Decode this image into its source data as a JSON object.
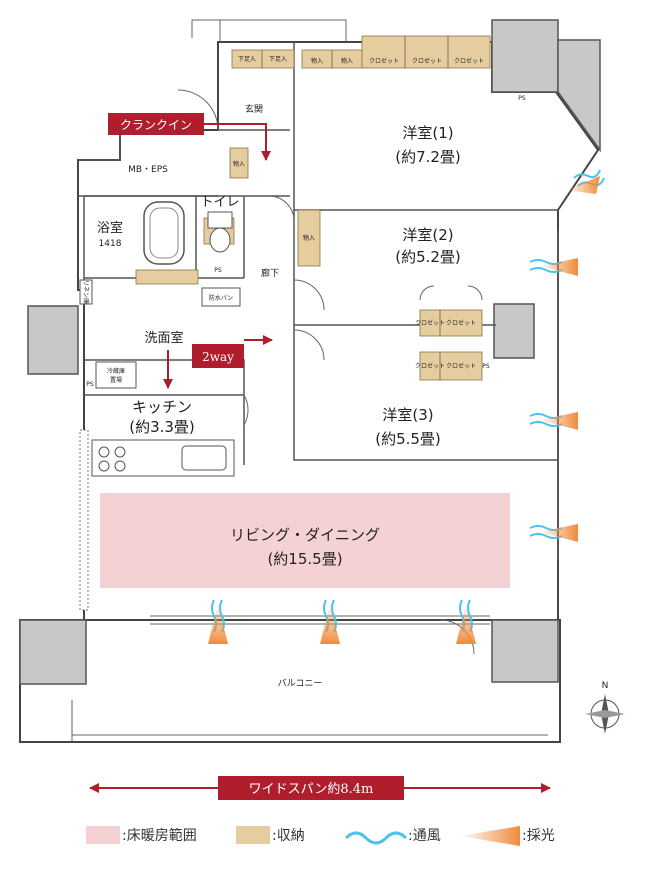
{
  "rooms": {
    "western1": {
      "name": "洋室(1)",
      "size": "(約7.2畳)"
    },
    "western2": {
      "name": "洋室(2)",
      "size": "(約5.2畳)"
    },
    "western3": {
      "name": "洋室(3)",
      "size": "(約5.5畳)"
    },
    "kitchen": {
      "name": "キッチン",
      "size": "(約3.3畳)"
    },
    "living": {
      "name": "リビング・ダイニング",
      "size": "(約15.5畳)"
    },
    "bath": {
      "name": "浴室",
      "size": "1418"
    },
    "toilet": "トイレ",
    "washroom": "洗面室",
    "entrance": "玄関",
    "hallway": "廊下",
    "balcony": "バルコニー",
    "mb_eps": "MB・EPS"
  },
  "labels": {
    "shoe_storage": "下足入",
    "storage": "物入",
    "closet": "クロゼット",
    "closet_short": "クロゼット",
    "ps": "PS",
    "waterproof_pan": "防水パン",
    "fridge_line1": "冷蔵庫",
    "fridge_line2": "置場",
    "linen": "リネン庫",
    "compass_n": "N"
  },
  "badges": {
    "crank_in": "クランクイン",
    "two_way": "2way"
  },
  "span": {
    "label": "ワイドスパン約8.4m"
  },
  "legend": [
    {
      "label": ":床暖房範囲",
      "color": "#f4d2d4"
    },
    {
      "label": ":収納",
      "color": "#e6cd9f"
    },
    {
      "label": ":通風",
      "color": "#4cc3ea"
    },
    {
      "label": ":採光",
      "color": "#f08a3a"
    }
  ],
  "colors": {
    "accent_red": "#b01e2e",
    "floor_heating": "#f4d2d4",
    "storage": "#e6cd9f",
    "wind": "#4cc3ea",
    "light": "#f08a3a",
    "column": "#c8c8c8"
  }
}
